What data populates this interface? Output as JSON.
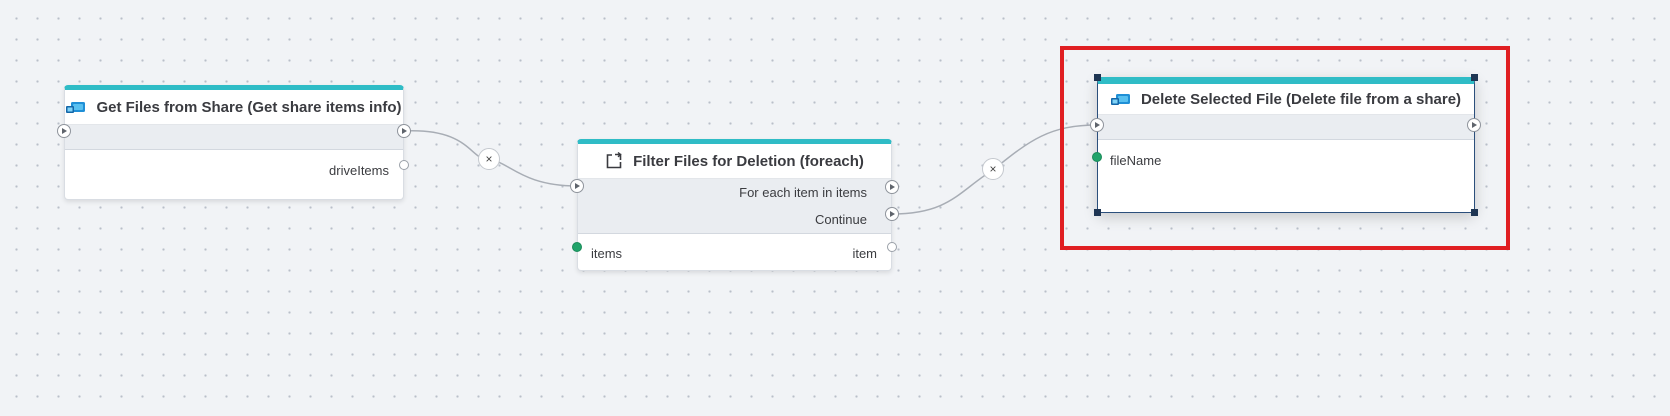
{
  "nodes": {
    "get_files": {
      "title": "Get Files from Share (Get share items info)",
      "icon": "sharepoint-icon",
      "outputs": [
        "driveItems"
      ]
    },
    "filter_files": {
      "title": "Filter Files for Deletion (foreach)",
      "icon": "loop-icon",
      "exec_outputs": [
        "For each item in items",
        "Continue"
      ],
      "inputs": [
        "items"
      ],
      "outputs": [
        "item"
      ]
    },
    "delete_file": {
      "title": "Delete Selected File (Delete file from a share)",
      "icon": "sharepoint-icon",
      "inputs": [
        "fileName"
      ]
    }
  },
  "links": {
    "remove_symbol": "×"
  },
  "colors": {
    "canvas": "#f1f3f6",
    "node_accent": "#2fbcc6",
    "connected_pin": "#20a36a",
    "selection_highlight": "#e01e22"
  }
}
